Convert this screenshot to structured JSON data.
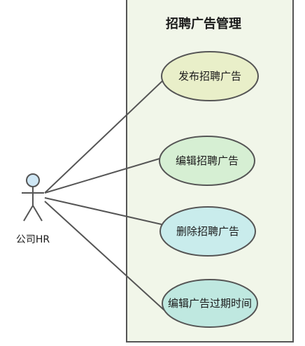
{
  "system": {
    "title": "招聘广告管理",
    "fill": "#f1f6e9",
    "stroke": "#555555"
  },
  "actor": {
    "name": "公司HR",
    "head_fill": "#cfe7f5",
    "stroke": "#555555"
  },
  "use_cases": [
    {
      "label": "发布招聘广告",
      "fill": "#e9efc9"
    },
    {
      "label": "编辑招聘广告",
      "fill": "#d6efd3"
    },
    {
      "label": "删除招聘广告",
      "fill": "#c9ecec"
    },
    {
      "label": "编辑广告过期时间",
      "fill": "#bfe8e0"
    }
  ],
  "connector_color": "#555555"
}
